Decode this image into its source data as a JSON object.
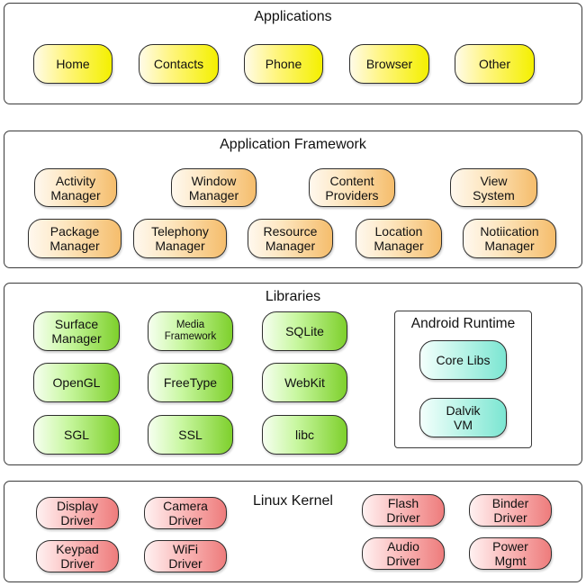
{
  "colors": {
    "applications": "#f4f000",
    "framework": "#f5bd6c",
    "libraries": "#7ed02c",
    "runtime": "#7ce6d2",
    "kernel": "#ee7c7c",
    "border": "#3a3a3a"
  },
  "applications": {
    "title": "Applications",
    "items": [
      "Home",
      "Contacts",
      "Phone",
      "Browser",
      "Other"
    ]
  },
  "framework": {
    "title": "Application Framework",
    "items": [
      "Activity\nManager",
      "Window\nManager",
      "Content\nProviders",
      "View\nSystem",
      "Package\nManager",
      "Telephony\nManager",
      "Resource\nManager",
      "Location\nManager",
      "Notiication\nManager"
    ]
  },
  "libraries": {
    "title": "Libraries",
    "items": [
      "Surface\nManager",
      "Media\nFramework",
      "SQLite",
      "OpenGL",
      "FreeType",
      "WebKit",
      "SGL",
      "SSL",
      "libc"
    ]
  },
  "runtime": {
    "title": "Android Runtime",
    "items": [
      "Core Libs",
      "Dalvik\nVM"
    ]
  },
  "kernel": {
    "title": "Linux Kernel",
    "items": [
      "Display\nDriver",
      "Camera\nDriver",
      "Flash\nDriver",
      "Binder\nDriver",
      "Keypad\nDriver",
      "WiFi\nDriver",
      "Audio\nDriver",
      "Power\nMgmt"
    ]
  }
}
